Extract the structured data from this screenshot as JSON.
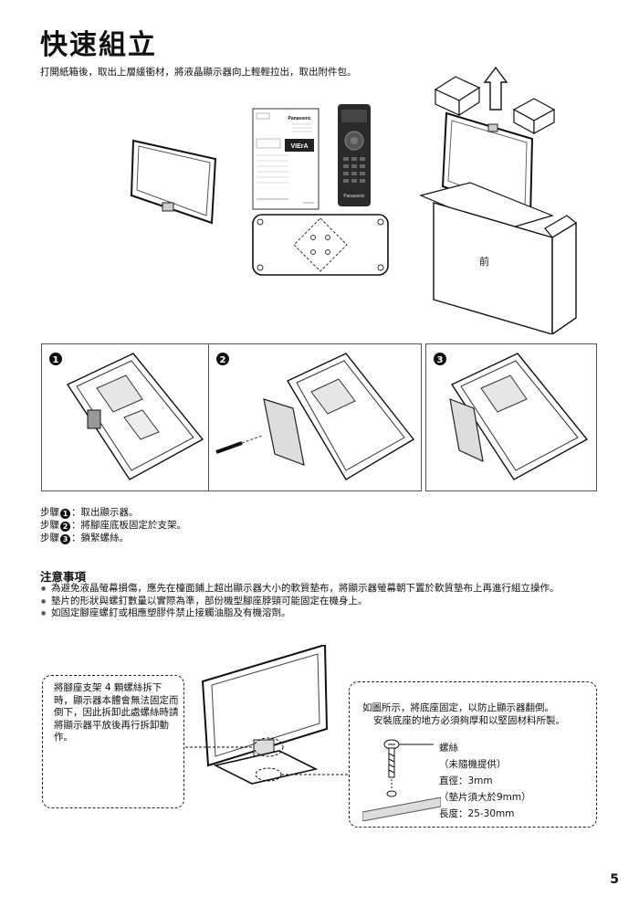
{
  "page": {
    "title": "快速組立",
    "intro": "打開紙箱後，取出上層緩衝材，將液晶顯示器向上輕輕拉出，取出附件包。",
    "page_number": "5"
  },
  "figures": {
    "box_front_label": "前",
    "brand_label": "Panasonic",
    "viera_label": "VIErA"
  },
  "panels": [
    {
      "badge": "1"
    },
    {
      "badge": "2"
    },
    {
      "badge": "3"
    }
  ],
  "steps": [
    {
      "prefix": "步驟",
      "num": "1",
      "text": "：取出顯示器。"
    },
    {
      "prefix": "步驟",
      "num": "2",
      "text": "：將腳座底板固定於支架。"
    },
    {
      "prefix": "步驟",
      "num": "3",
      "text": "：鎖緊螺絲。"
    }
  ],
  "cautions": {
    "title": "注意事項",
    "items": [
      "為避免液晶螢幕損傷，應先在檯面鋪上超出顯示器大小的軟質墊布，將顯示器螢幕朝下置於軟質墊布上再進行組立操作。",
      "墊片的形狀與螺釘數量以實際為準，部份機型腳座脖頸可能固定在機身上。",
      "如固定腳座螺釘或相應塑膠件禁止接觸油脂及有機溶劑。"
    ]
  },
  "note_left": {
    "text": "將腳座支架 4 顆螺絲拆下時，顯示器本體會無法固定而倒下，因此拆卸此處螺絲時請將顯示器平放後再行拆卸動作。"
  },
  "note_right": {
    "line1": "如圖所示，將底座固定，以防止顯示器翻倒。",
    "line2": "安裝底座的地方必須夠厚和以堅固材料所製。",
    "screw_label": "螺絲",
    "not_supplied": "（未隨機提供）",
    "diameter": "直徑：3mm",
    "washer": "（墊片須大於9mm）",
    "length": "長度：25-30mm"
  }
}
